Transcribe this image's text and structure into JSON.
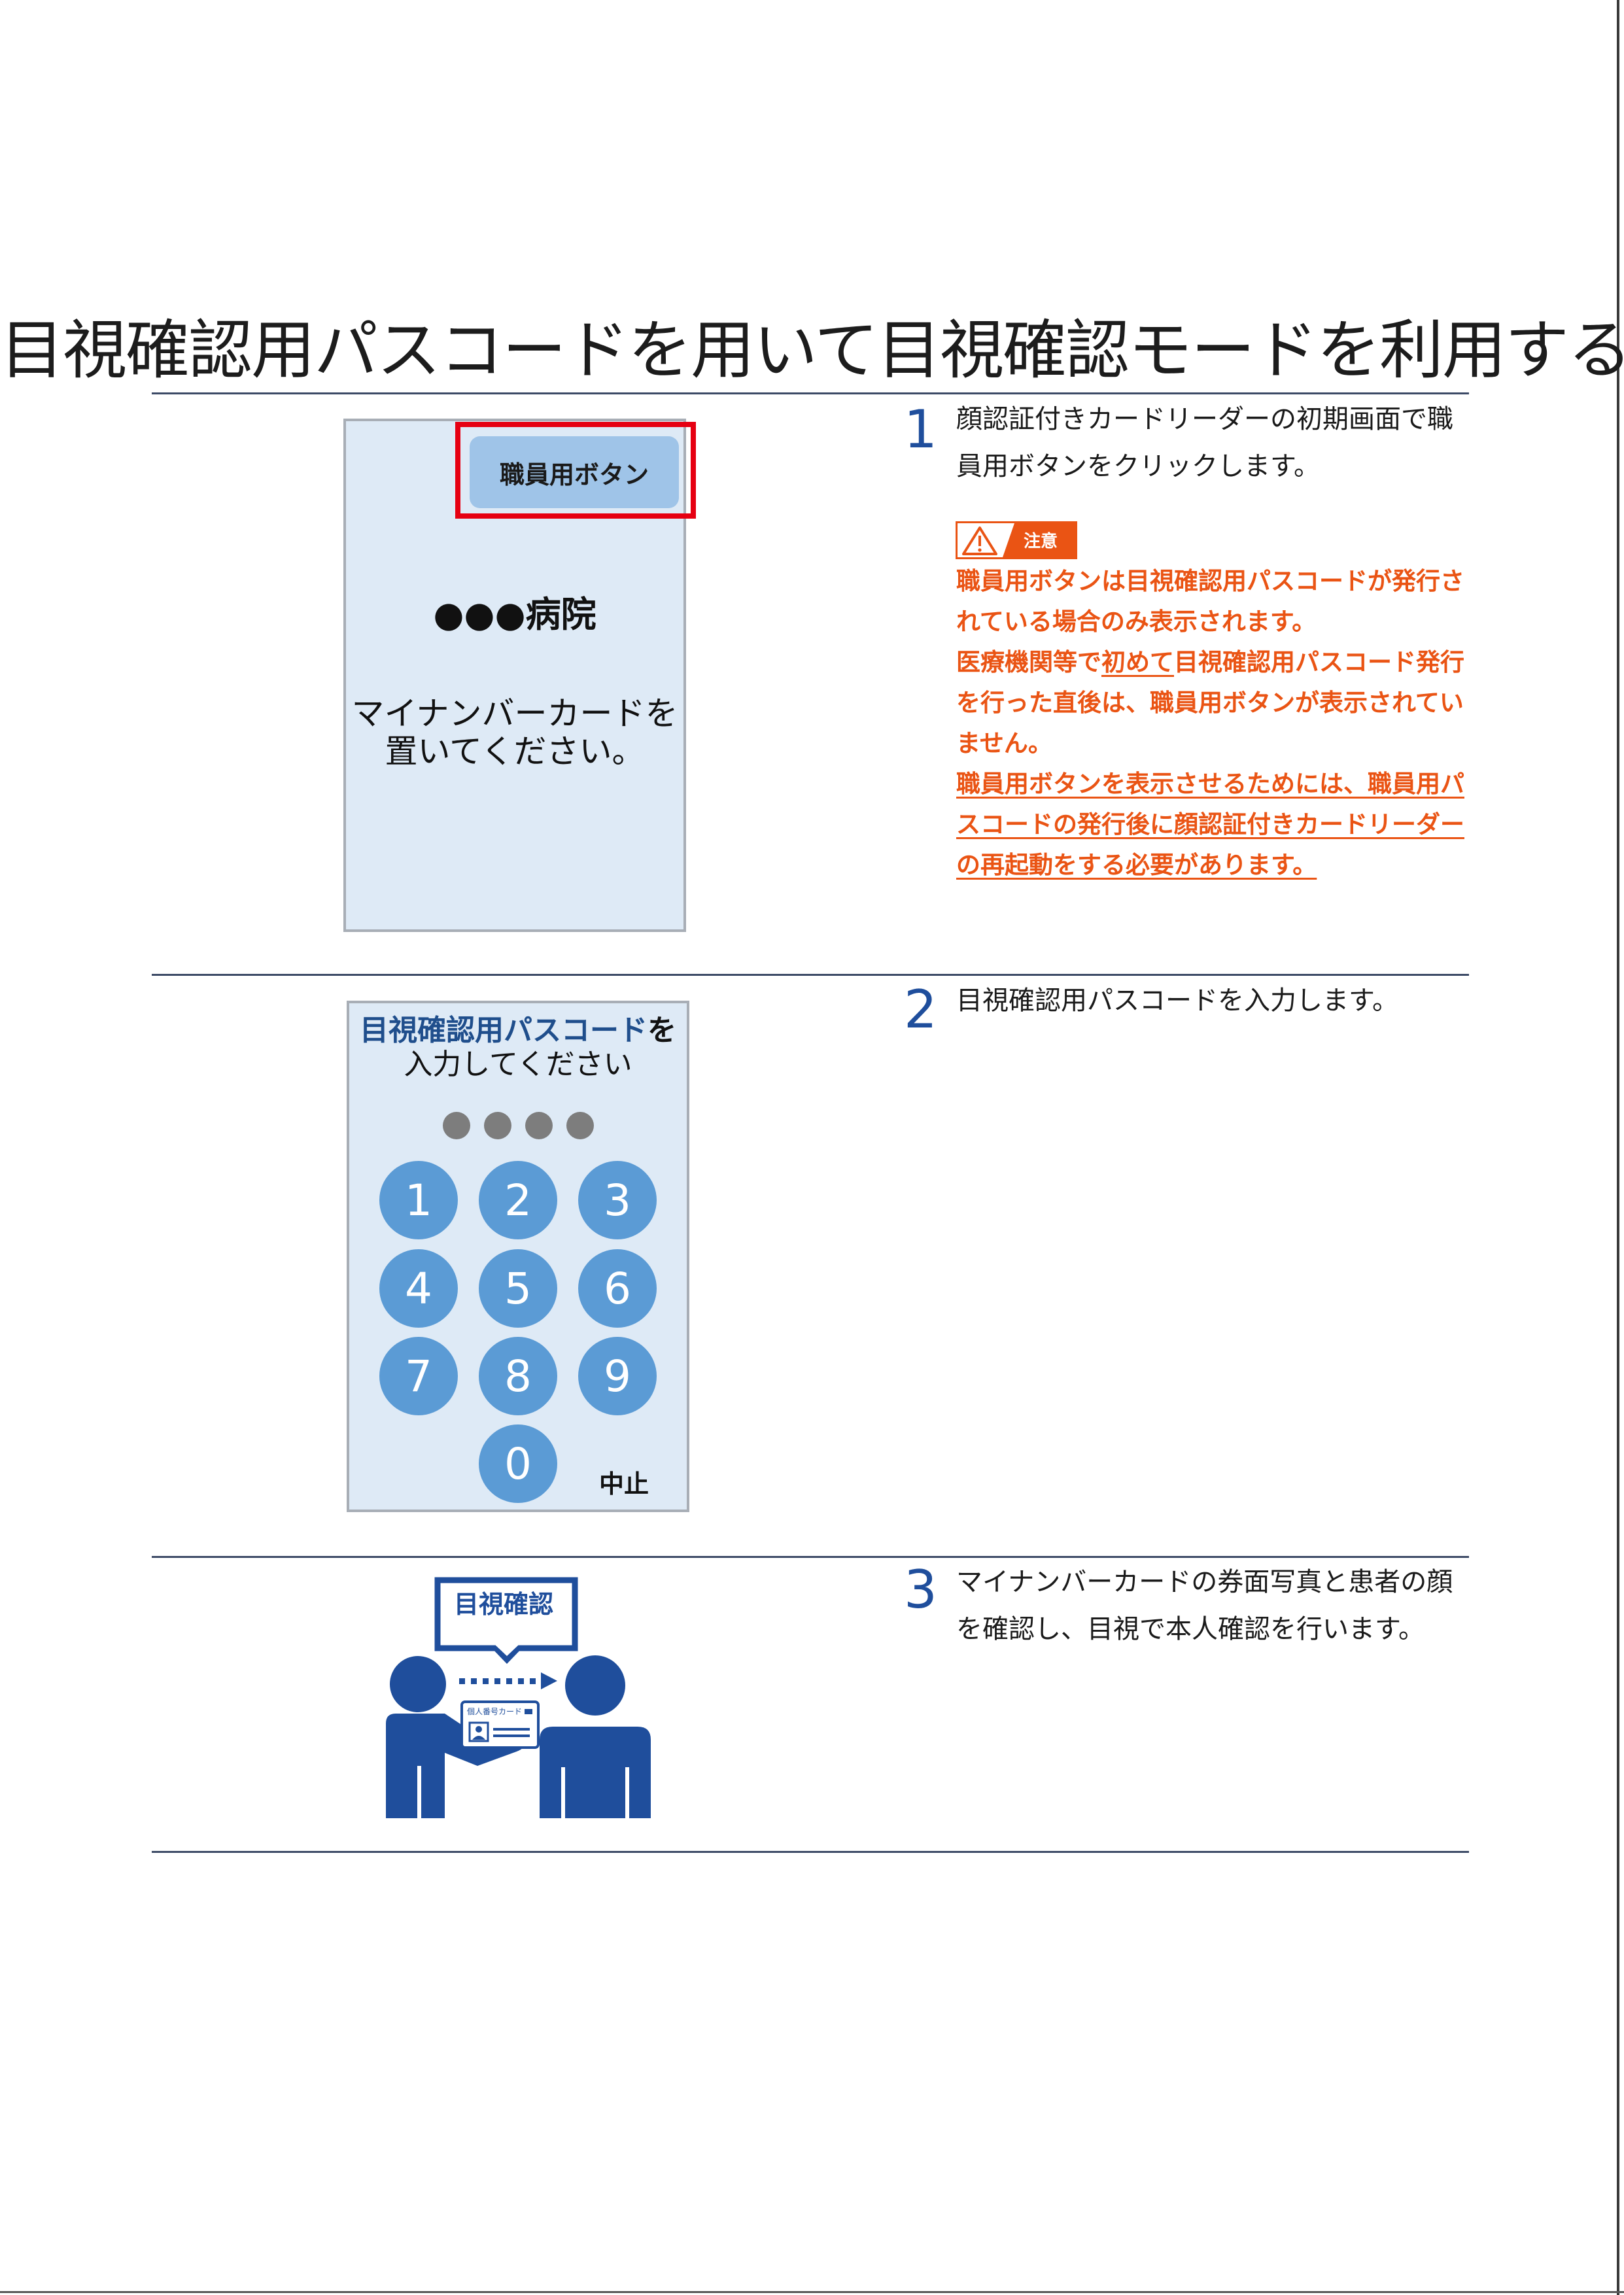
{
  "page": {
    "title": "目視確認用パスコードを用いて目視確認モードを利用する"
  },
  "steps": [
    {
      "number": "1",
      "text": "顔認証付きカードリーダーの初期画面で職員用ボタンをクリックします。",
      "screen": {
        "staff_button": "職員用ボタン",
        "hospital": "●●●病院",
        "instruction_line1": "マイナンバーカードを",
        "instruction_line2": "置いてください。"
      },
      "caution": {
        "label": "注意",
        "p1": "職員用ボタンは目視確認用パスコードが発行されている場合のみ表示されます。",
        "p2_before": "医療機関等で",
        "p2_underlined": "初めて",
        "p2_after": "目視確認用パスコード発行を行った直後は、職員用ボタンが表示されていません。",
        "p3": "職員用ボタンを表示させるためには、職員用パスコードの発行後に顔認証付きカードリーダーの再起動をする必要があります。"
      }
    },
    {
      "number": "2",
      "text": "目視確認用パスコードを入力します。",
      "screen": {
        "prompt_highlight": "目視確認用パスコード",
        "prompt_rest": "を",
        "prompt_line2": "入力してください",
        "keys": [
          "1",
          "2",
          "3",
          "4",
          "5",
          "6",
          "7",
          "8",
          "9",
          "0"
        ],
        "cancel": "中止"
      }
    },
    {
      "number": "3",
      "text": "マイナンバーカードの券面写真と患者の顔を確認し、目視で本人確認を行います。",
      "illustration": {
        "bubble_label": "目視確認",
        "card_label": "個人番号カード"
      }
    }
  ],
  "colors": {
    "title_text": "#1c1c1c",
    "step_number": "#1f4e9c",
    "caution": "#ea5414",
    "highlight_frame": "#e60012",
    "screen_bg": "#deeaf6",
    "keypad": "#5b9bd5",
    "illustration": "#1f4e9c"
  }
}
